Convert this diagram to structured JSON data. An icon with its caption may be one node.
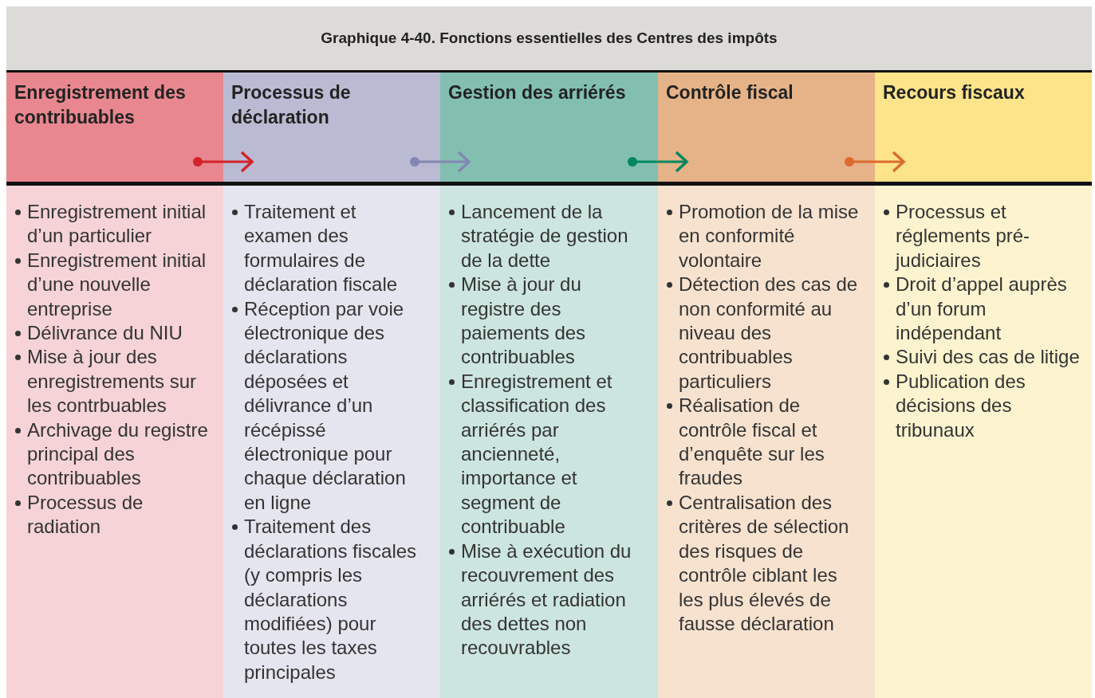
{
  "diagram": {
    "title": "Graphique 4-40. Fonctions essentielles des Centres des impôts",
    "nodes": [
      {
        "text": [
          "Enregistrement des contribuables"
        ]
      },
      {
        "text": [
          "Processus de déclaration"
        ]
      },
      {
        "text": [
          "Gestion des arriérés"
        ]
      },
      {
        "text": [
          "Contrôle fiscal"
        ]
      },
      {
        "text": [
          "Recours fiscaux"
        ]
      },
      {
        "text": [
          "Enregistrement initial d’un particulier",
          "Enregistrement initial d’une nouvelle entreprise",
          "Délivrance du NIU",
          "Mise à jour des enregistrements sur les contrbuables",
          "Archivage du registre principal des contribuables",
          "Processus de radiation"
        ]
      },
      {
        "text": [
          "Traitement et examen des formulaires de déclaration fiscale",
          "Réception par voie électronique des déclarations déposées et délivrance d’un récépissé électronique pour chaque déclaration en ligne",
          "Traitement des déclarations fiscales (y compris les déclarations modifiées) pour toutes les taxes principales"
        ]
      },
      {
        "text": [
          "Lancement de la stratégie de gestion de la dette",
          "Mise à jour du registre des paiements des contribuables",
          "Enregistrement et classification des arriérés par ancienneté, importance et segment de contribuable",
          "Mise à exécution du recouvrement des arriérés et radiation des dettes non recouvrables"
        ]
      },
      {
        "text": [
          "Promotion de la mise en conformité volontaire",
          "Détection des cas de non conformité au niveau des contribuables particuliers",
          "Réalisation de contrôle fiscal et d’enquête sur les fraudes",
          "Centralisation des critères de sélection des risques de contrôle ciblant les les plus élevés de fausse déclaration"
        ]
      },
      {
        "text": [
          "Processus et réglements pré-judiciaires",
          "Droit d’appel auprès d’un forum indépendant",
          "Suivi des cas de litige",
          "Publication des décisions des tribunaux"
        ]
      }
    ],
    "edges": [
      {
        "from": 0,
        "to": 1,
        "arrow": "to",
        "color": "#d2232a"
      },
      {
        "from": 1,
        "to": 2,
        "arrow": "to",
        "color": "#8286b4"
      },
      {
        "from": 2,
        "to": 3,
        "arrow": "to",
        "color": "#00875f"
      },
      {
        "from": 3,
        "to": 4,
        "arrow": "to",
        "color": "#dd6a2f"
      }
    ]
  }
}
